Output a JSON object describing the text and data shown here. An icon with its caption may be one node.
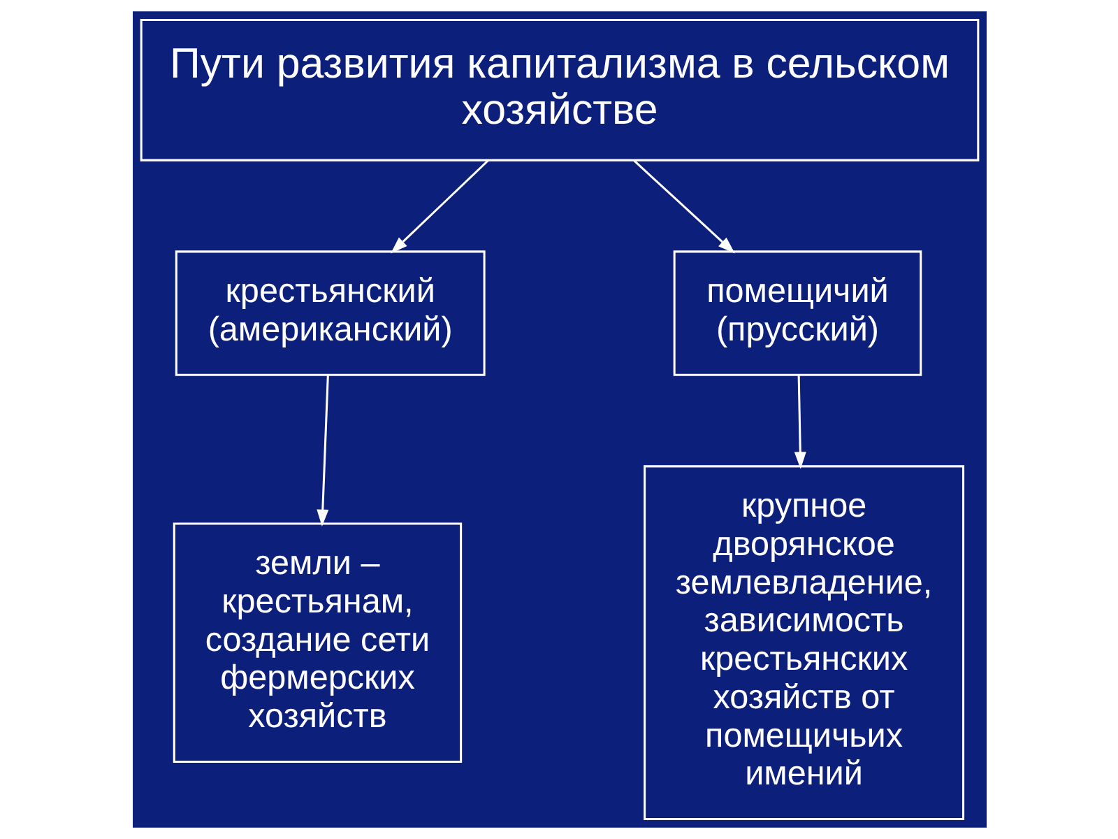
{
  "diagram": {
    "nodes": [
      {
        "text": [
          "Пути развития капитализма в сельском хозяйстве"
        ]
      },
      {
        "text": [
          "крестьянский (американский)"
        ]
      },
      {
        "text": [
          "помещичий (прусский)"
        ]
      },
      {
        "text": [
          "земли – крестьянам, создание сети фермерских хозяйств"
        ]
      },
      {
        "text": [
          "крупное дворянское землевладение, зависимость крестьянских хозяйств от помещичьих имений"
        ]
      }
    ],
    "edges": [
      {
        "from": 0,
        "to": 1,
        "arrow": "to"
      },
      {
        "from": 0,
        "to": 2,
        "arrow": "to"
      },
      {
        "from": 1,
        "to": 3,
        "arrow": "to"
      },
      {
        "from": 2,
        "to": 4,
        "arrow": "to"
      }
    ]
  }
}
